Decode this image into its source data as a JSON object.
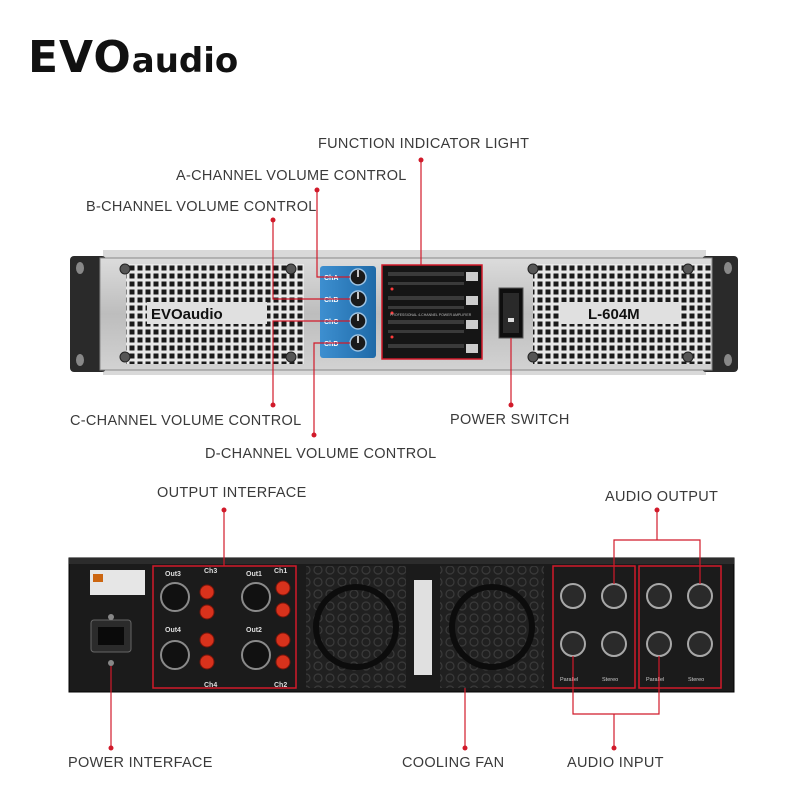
{
  "brand": {
    "logo_evo": "EVO",
    "logo_audio": "audio"
  },
  "front_panel": {
    "brand_text": "EVOaudio",
    "model": "L-604M",
    "tagline": "PROFESSIONAL 4-CHANNEL POWER AMPLIFIER",
    "knob_labels": [
      "ChA",
      "ChB",
      "ChC",
      "ChD"
    ]
  },
  "rear_panel": {
    "out_labels": [
      "Out3",
      "Out1",
      "Out4",
      "Out2"
    ],
    "ch_labels": [
      "Ch3",
      "Ch1",
      "Ch4",
      "Ch2"
    ],
    "xlr_group_labels": [
      "Parallel",
      "Stereo"
    ]
  },
  "callouts": {
    "function_indicator_light": "FUNCTION INDICATOR LIGHT",
    "a_channel_volume": "A-CHANNEL VOLUME CONTROL",
    "b_channel_volume": "B-CHANNEL VOLUME CONTROL",
    "c_channel_volume": "C-CHANNEL VOLUME CONTROL",
    "d_channel_volume": "D-CHANNEL VOLUME CONTROL",
    "power_switch": "POWER SWITCH",
    "output_interface": "OUTPUT INTERFACE",
    "audio_output": "AUDIO OUTPUT",
    "power_interface": "POWER INTERFACE",
    "cooling_fan": "COOLING FAN",
    "audio_input": "AUDIO INPUT"
  },
  "colors": {
    "accent_line": "#d11a2a",
    "chassis_dark": "#1b1b1b",
    "panel_silver": "#c9c9c9",
    "knob_blue": "#2f7fc1",
    "binding_post_red": "#d8321c"
  }
}
